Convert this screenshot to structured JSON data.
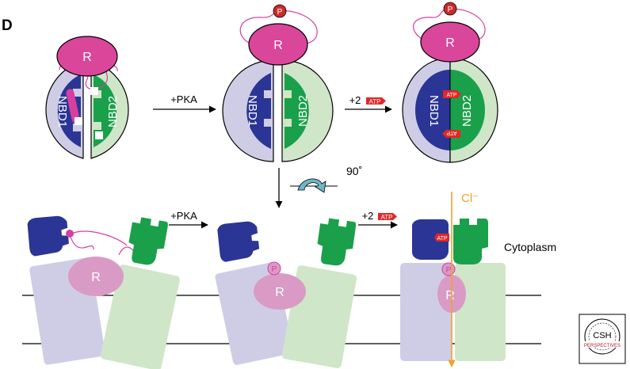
{
  "panel_label": "D",
  "labels": {
    "R": "R",
    "P": "P",
    "NBD1": "NBD1",
    "NBD2": "NBD2",
    "ATP": "ATP",
    "plus_pka": "+PKA",
    "plus_2": "+2",
    "rotation": "90˚",
    "cl": "Cl⁻",
    "cytoplasm": "Cytoplasm",
    "logo_top": "CSH",
    "logo_bottom": "PERSPECTIVES"
  },
  "colors": {
    "r_domain": "#d9469a",
    "r_domain_light": "#d99ac6",
    "nbd1": "#2b3595",
    "nbd2": "#1aa04a",
    "tmd1": "#cfcde6",
    "tmd2": "#cfe6c8",
    "phospho": "#cc2b2b",
    "atp": "#e32626",
    "chloride": "#f0a22a",
    "rotate_arrow": "#6fb7c9",
    "linker": "#d63fa0"
  }
}
